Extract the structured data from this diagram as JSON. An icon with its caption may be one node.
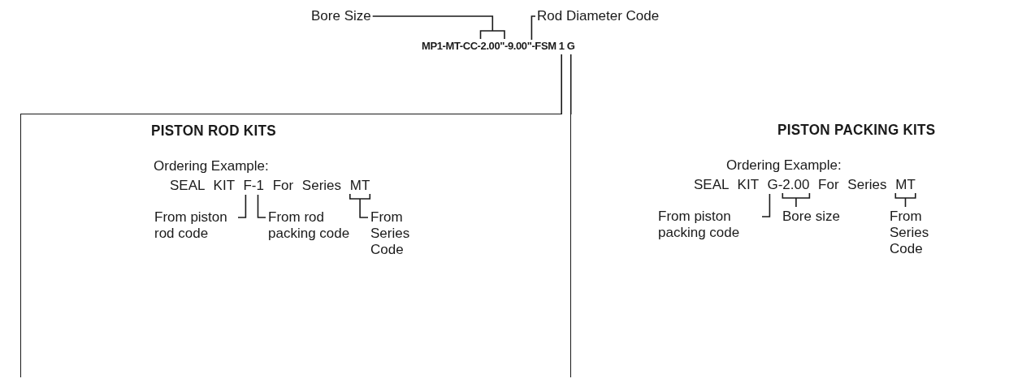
{
  "diagram": {
    "nodes": [
      {
        "text": [
          "Bore Size"
        ]
      },
      {
        "text": [
          "Rod Diameter Code"
        ]
      },
      {
        "text": [
          "MP1-MT-CC-2.00\"-9.00\"-FSM 1 G"
        ]
      },
      {
        "text": [
          "PISTON ROD KITS",
          "Ordering Example:"
        ]
      },
      {
        "text": [
          "SEAL KIT F-1 For Series MT"
        ],
        "in": 3
      },
      {
        "text": [
          "From piston rod code"
        ],
        "in": 3
      },
      {
        "text": [
          "From rod packing code"
        ],
        "in": 3
      },
      {
        "text": [
          "From Series Code"
        ],
        "in": 3
      },
      {
        "text": [
          "PISTON PACKING KITS",
          "Ordering Example:"
        ]
      },
      {
        "text": [
          "SEAL KIT G-2.00 For Series MT"
        ],
        "in": 8
      },
      {
        "text": [
          "From piston packing code"
        ],
        "in": 8
      },
      {
        "text": [
          "Bore size"
        ],
        "in": 8
      },
      {
        "text": [
          "From Series Code"
        ],
        "in": 8
      }
    ],
    "edges": [
      {
        "from": 0,
        "to": 2,
        "arrow": "none"
      },
      {
        "from": 1,
        "to": 2,
        "arrow": "none"
      },
      {
        "from": 2,
        "to": 3,
        "arrow": "none"
      },
      {
        "from": 2,
        "to": 8,
        "arrow": "none"
      },
      {
        "from": 5,
        "to": 4,
        "arrow": "none"
      },
      {
        "from": 6,
        "to": 4,
        "arrow": "none"
      },
      {
        "from": 7,
        "to": 4,
        "arrow": "none"
      },
      {
        "from": 10,
        "to": 9,
        "arrow": "none"
      },
      {
        "from": 11,
        "to": 9,
        "arrow": "none"
      },
      {
        "from": 12,
        "to": 9,
        "arrow": "none"
      }
    ]
  }
}
